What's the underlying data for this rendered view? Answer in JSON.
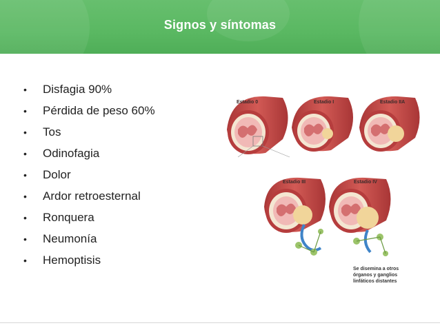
{
  "slide": {
    "title": "Signos y síntomas",
    "bullet_symbol": "•",
    "bullets": [
      "Disfagia 90%",
      "Pérdida de peso 60%",
      "Tos",
      "Odinofagia",
      "Dolor",
      "Ardor retroesternal",
      "Ronquera",
      "Neumonía",
      "Hemoptisis"
    ]
  },
  "illustration": {
    "stages": [
      "Estadio 0",
      "Estadio I",
      "Estadio IIA",
      "Estadio III",
      "Estadio IV"
    ],
    "caption_lines": [
      "Se disemina a otros",
      "órganos y ganglios",
      "linfáticos distantes"
    ],
    "colors": {
      "muscle": "#c44a4a",
      "muscle_dark": "#a33434",
      "lumen": "#f3c7c4",
      "tumor": "#f1d59a",
      "lymph": "#9cc46a",
      "arrow": "#3f84c8"
    }
  }
}
